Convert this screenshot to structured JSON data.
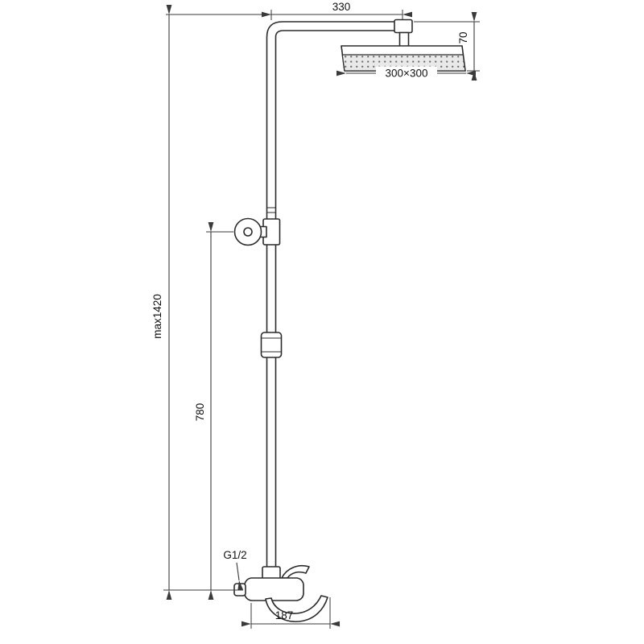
{
  "diagram": {
    "labels": {
      "top_offset": "330",
      "head_thickness": "70",
      "head_size": "300×300",
      "total_height": "max1420",
      "holder_height": "780",
      "connection_thread": "G1/2",
      "spout_reach": "187"
    },
    "colors": {
      "line": "#2b2b2b",
      "dimension": "#3a3a3a",
      "background": "#ffffff",
      "nozzle_face": "#e9e9e9"
    }
  }
}
